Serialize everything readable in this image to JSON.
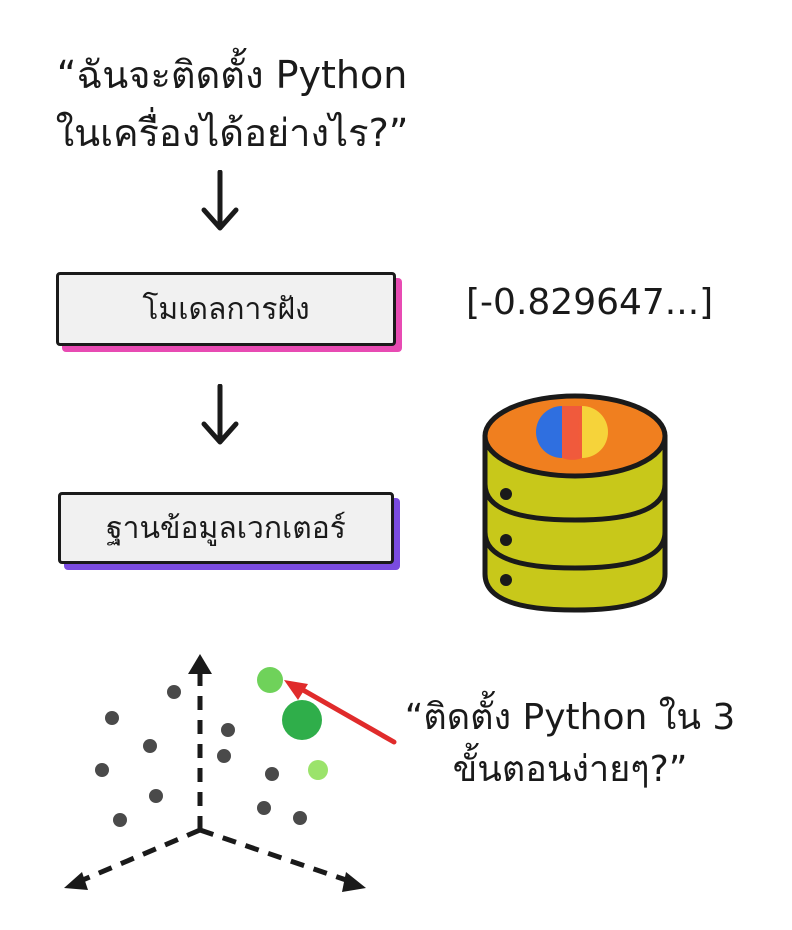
{
  "query": {
    "line1": "“ฉันจะติดตั้ง Python",
    "line2": "ในเครื่องได้อย่างไร?”"
  },
  "embedding_model_label": "โมเดลการฝัง",
  "vector_database_label": "ฐานข้อมูลเวกเตอร์",
  "embedding_vector_text": "[-0.829647...]",
  "answer": {
    "line1": "“ติดตั้ง Python ใน 3",
    "line2": "ขั้นตอนง่ายๆ?”"
  },
  "colors": {
    "ink": "#1a1a1a",
    "embedding_accent": "#e84bb3",
    "database_accent": "#7a4be0",
    "database_top": "#f07f1f",
    "database_body": "#c8c81a",
    "logo_blue": "#2f6fe0",
    "logo_red": "#f05a3c",
    "logo_yellow": "#f6d33a",
    "match_point": "#2fae4a",
    "near_point_light": "#9be36b",
    "near_point_mid": "#6fd25a",
    "other_point": "#4a4a4a",
    "pointer_arrow": "#e02b2b"
  },
  "icons": {
    "database": "database-icon",
    "flow_arrow": "arrow-down-icon",
    "pointer": "red-arrow-icon"
  }
}
